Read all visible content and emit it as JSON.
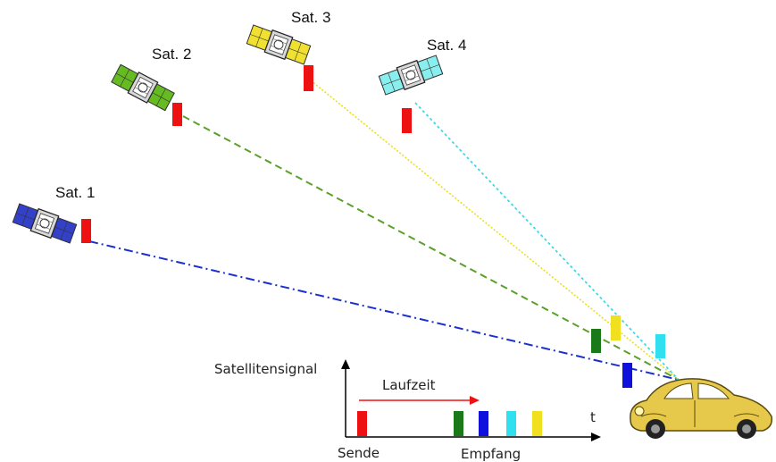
{
  "satellites": [
    {
      "label": "Sat. 1",
      "color": "#3340c8",
      "line_color": "#1a2fd0"
    },
    {
      "label": "Sat. 2",
      "color": "#66bb22",
      "line_color": "#5aa02a"
    },
    {
      "label": "Sat. 3",
      "color": "#f0e030",
      "line_color": "#e8e020"
    },
    {
      "label": "Sat. 4",
      "color": "#88eeee",
      "line_color": "#40d8e8"
    }
  ],
  "signal_color": "#ee1111",
  "plot": {
    "y_axis_label": "Satellitensignal",
    "x_axis_label": "t",
    "arrow_label": "Laufzeit",
    "send_label": "Sende",
    "receive_label": "Empfang",
    "pulse_colors": [
      "#ee1111",
      "#1a7a1a",
      "#1010dd",
      "#30e0f0",
      "#f0e020"
    ]
  },
  "receiver": {
    "icon": "car-icon",
    "color": "#e6c84a"
  }
}
